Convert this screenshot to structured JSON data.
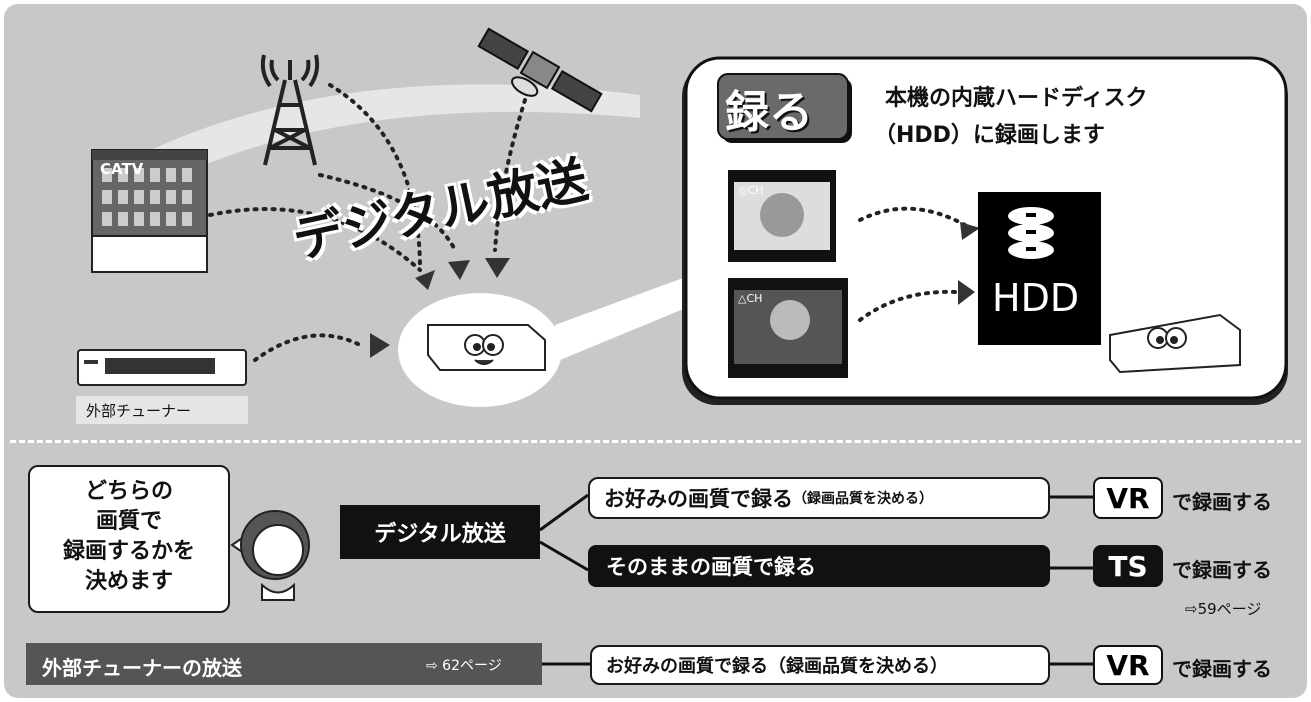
{
  "top": {
    "catv_label": "CATV",
    "digital_label": "デジタル放送",
    "external_tuner_label": "外部チューナー",
    "record_badge": "録る",
    "record_desc_line1": "本機の内蔵ハードディスク",
    "record_desc_line2": "（HDD）に録画します",
    "channel1": "◎CH",
    "channel2": "△CH",
    "hdd_label": "HDD"
  },
  "bottom": {
    "question_lines": [
      "どちらの",
      "画質で",
      "録画するかを",
      "決めます"
    ],
    "digital_box": "デジタル放送",
    "option1_main": "お好みの画質で録る",
    "option1_sub": "（録画品質を決める）",
    "option2": "そのままの画質で録る",
    "vr": "VR",
    "ts": "TS",
    "record_suffix": "で録画する",
    "page_ref1": "⇨59ページ",
    "external_box": "外部チューナーの放送",
    "external_ref": "⇨ 62ページ",
    "option3": "お好みの画質で録る（録画品質を決める）"
  },
  "colors": {
    "background": "#c8c8c8",
    "dark": "#111111",
    "white": "#ffffff"
  }
}
